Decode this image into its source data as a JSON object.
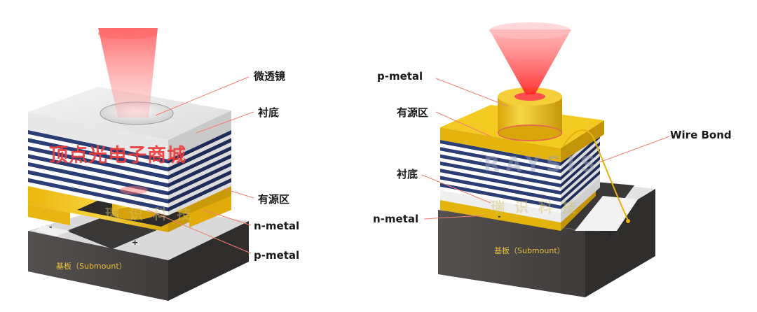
{
  "left_diagram": {
    "labels": {
      "microlens": "微透镜",
      "substrate": "衬底",
      "active_region": "有源区",
      "n_metal": "n-metal",
      "p_metal": "p-metal"
    },
    "submount": "基板（Submount）",
    "minus": "-",
    "plus": "+"
  },
  "right_diagram": {
    "labels": {
      "p_metal": "p-metal",
      "active_region": "有源区",
      "wire_bond": "Wire Bond",
      "substrate": "衬底",
      "n_metal": "n-metal"
    },
    "submount": "基板（Submount）",
    "minus": "-",
    "plus": "+"
  },
  "watermarks": {
    "main": "顶点光电子商城",
    "faint_cn": "瑞识科技",
    "faint_en": "RAYSIS"
  },
  "colors": {
    "laser": "#ff5a5a",
    "gold": "#f2c413",
    "dbr_blue": "#2b3d75",
    "submount": "#4a4646",
    "label_line": "#f08070"
  }
}
